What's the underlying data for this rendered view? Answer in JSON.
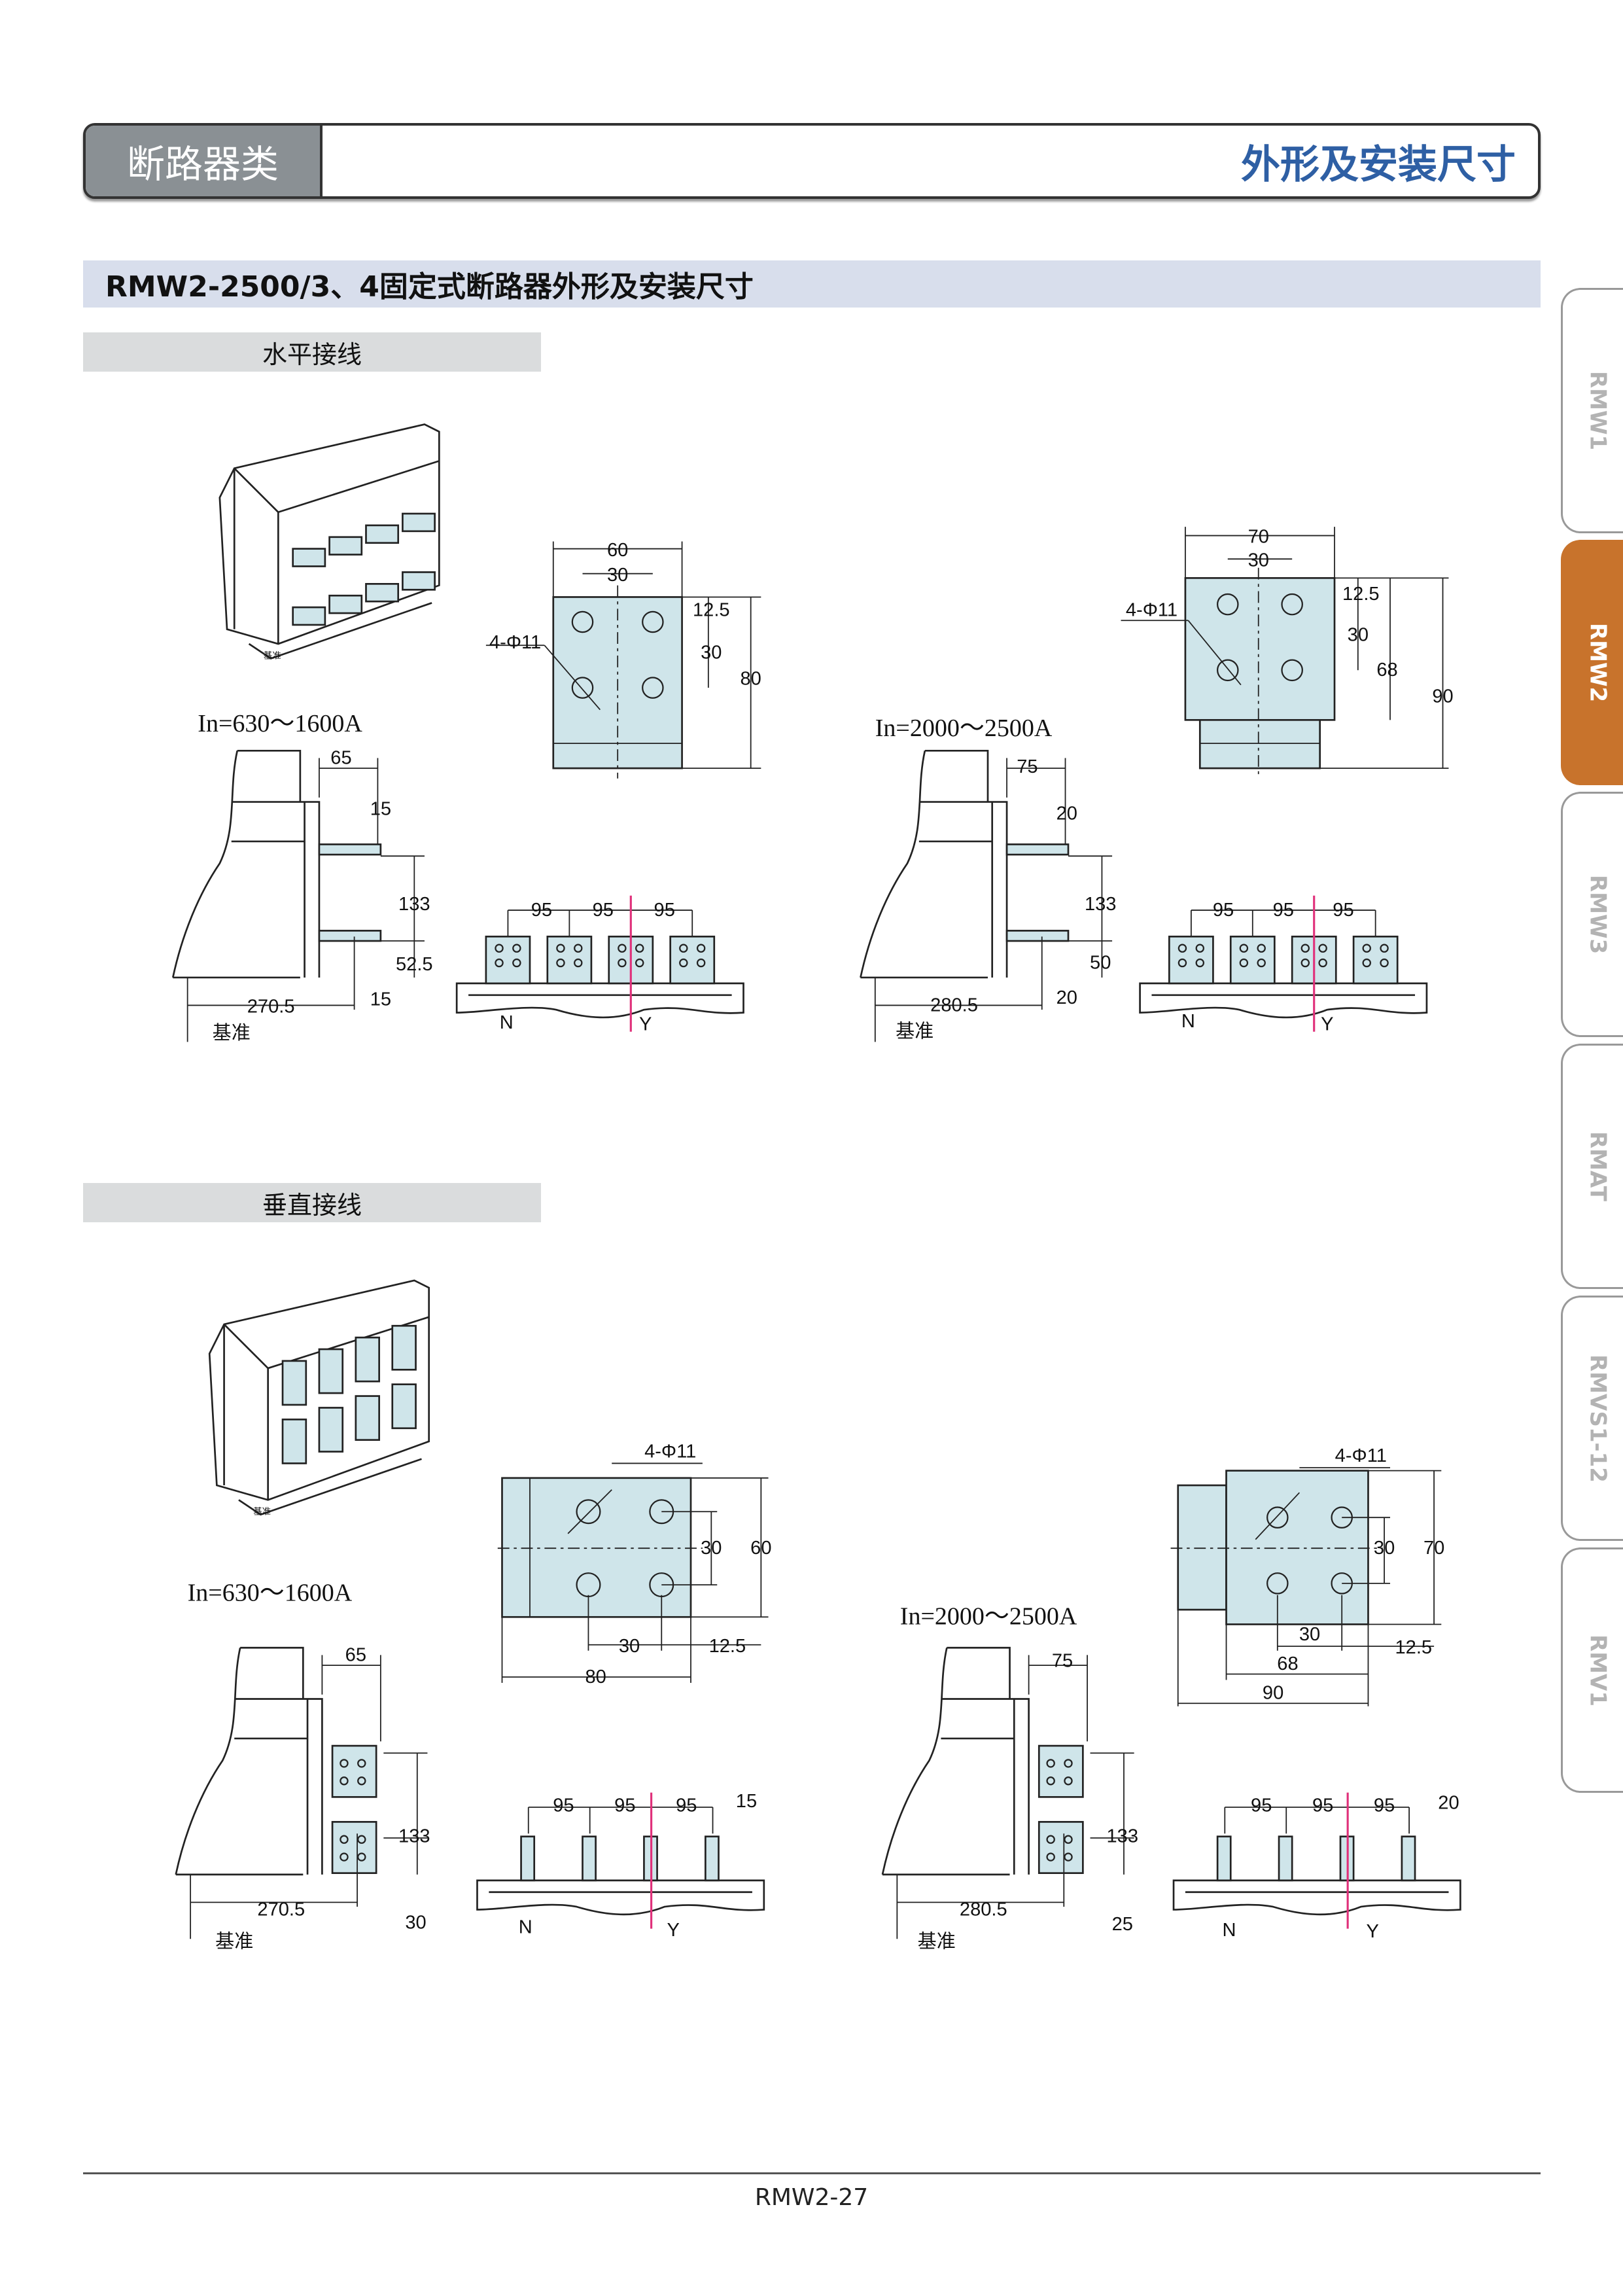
{
  "header": {
    "category": "断路器类",
    "title": "外形及安装尺寸"
  },
  "section_title": "RMW2-2500/3、4固定式断路器外形及安装尺寸",
  "horizontal": {
    "label": "水平接线",
    "small": {
      "rating": "In=630～1600A",
      "sketch_datum": "基准",
      "plate": {
        "width": "60",
        "hole_pitch": "30",
        "edge": "12.5",
        "row_pitch": "30",
        "height": "80",
        "holes": "4-Φ11"
      },
      "side": {
        "depth": "65",
        "bar_top": "15",
        "pitch": "133",
        "offset": "52.5",
        "bar_bottom": "15",
        "base": "270.5",
        "datum": "基准"
      },
      "bottom": {
        "pitch": [
          "95",
          "95",
          "95"
        ],
        "n": "N",
        "y": "Y"
      }
    },
    "large": {
      "rating": "In=2000～2500A",
      "plate": {
        "width": "70",
        "hole_pitch": "30",
        "edge": "12.5",
        "row_pitch": "30",
        "inner_height": "68",
        "height": "90",
        "holes": "4-Φ11"
      },
      "side": {
        "depth": "75",
        "bar_top": "20",
        "pitch": "133",
        "offset": "50",
        "bar_bottom": "20",
        "base": "280.5",
        "datum": "基准"
      },
      "bottom": {
        "pitch": [
          "95",
          "95",
          "95"
        ],
        "n": "N",
        "y": "Y"
      }
    }
  },
  "vertical": {
    "label": "垂直接线",
    "small": {
      "rating": "In=630～1600A",
      "sketch_datum": "基准",
      "plate": {
        "holes": "4-Φ11",
        "row_pitch": "30",
        "height": "60",
        "hole_pitch": "30",
        "edge": "12.5",
        "width": "80"
      },
      "side": {
        "depth": "65",
        "pitch": "133",
        "base": "270.5",
        "offset": "30",
        "datum": "基准"
      },
      "bottom": {
        "pitch": [
          "95",
          "95",
          "95"
        ],
        "bar": "15",
        "n": "N",
        "y": "Y"
      }
    },
    "large": {
      "rating": "In=2000～2500A",
      "plate": {
        "holes": "4-Φ11",
        "row_pitch": "30",
        "height": "70",
        "hole_pitch": "30",
        "edge": "12.5",
        "inner_width": "68",
        "width": "90"
      },
      "side": {
        "depth": "75",
        "pitch": "133",
        "base": "280.5",
        "offset": "25",
        "datum": "基准"
      },
      "bottom": {
        "pitch": [
          "95",
          "95",
          "95"
        ],
        "bar": "20",
        "n": "N",
        "y": "Y"
      }
    }
  },
  "side_tabs": [
    {
      "label": "RMW1",
      "active": false
    },
    {
      "label": "RMW2",
      "active": true
    },
    {
      "label": "RMW3",
      "active": false
    },
    {
      "label": "RMAT",
      "active": false
    },
    {
      "label": "RMVS1-12",
      "active": false
    },
    {
      "label": "RMV1",
      "active": false
    }
  ],
  "footer": {
    "page": "RMW2-27"
  },
  "colors": {
    "accent": "#c8732c",
    "title_blue": "#2e5fa4",
    "terminal_fill": "#cfe5ea",
    "axis_line": "#e0307a"
  }
}
